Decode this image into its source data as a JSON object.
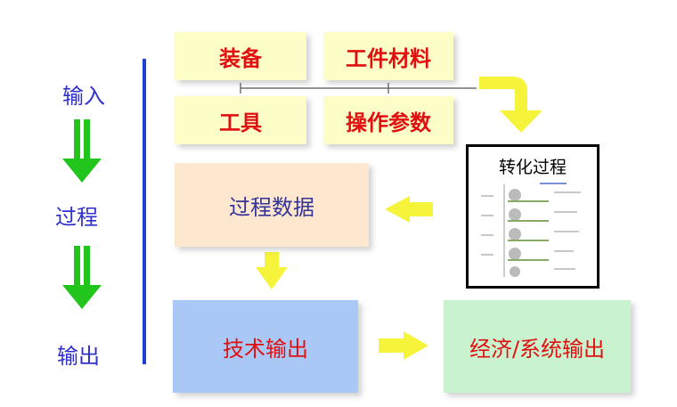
{
  "stages": {
    "input": "输入",
    "process": "过程",
    "output": "输出"
  },
  "inputs": {
    "equipment": "装备",
    "workpiece_material": "工件材料",
    "tools": "工具",
    "operating_parameters": "操作参数"
  },
  "transformation": {
    "title": "转化过程"
  },
  "process_data": "过程数据",
  "technical_output": "技术输出",
  "economic_output": "经济/系统输出",
  "colors": {
    "stage_label": "#2f2fd0",
    "input_box": "#fdfdc8",
    "input_text": "#e01010",
    "process_data_box": "#fde7cf",
    "technical_output_box": "#a9c8f5",
    "economic_output_box": "#c9f3cf",
    "green_arrow": "#22c51b",
    "yellow_arrow": "#f6f43a",
    "divider": "#1f3fd6"
  }
}
